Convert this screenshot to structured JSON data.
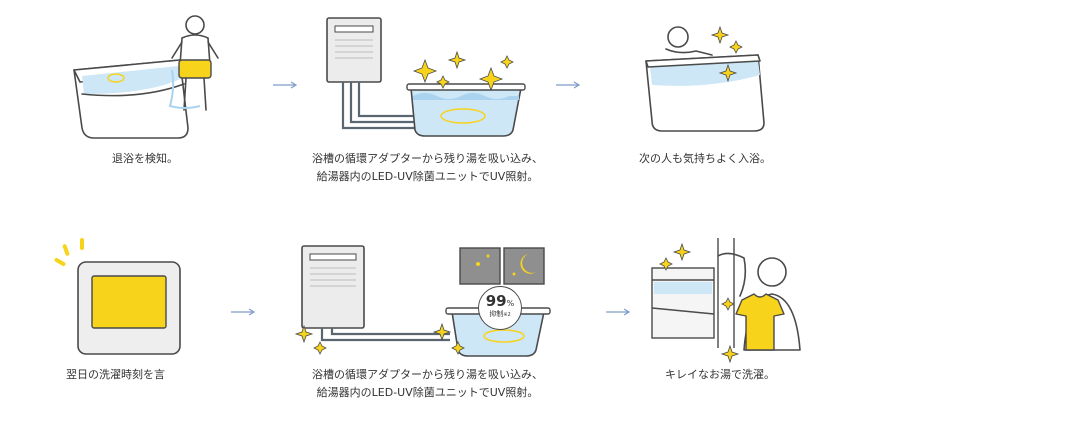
{
  "steps": [
    {
      "lines": [
        "退浴を検知。"
      ]
    },
    {
      "lines": [
        "浴槽の循環アダプターから残り湯を吸い込み、",
        "給湯器内のLED-UV除菌ユニットでUV照射。"
      ]
    },
    {
      "lines": [
        "次の人も気持ちよく入浴。"
      ]
    },
    {
      "lines": [
        "翌日の洗濯時刻を言"
      ]
    },
    {
      "lines": [
        "浴槽の循環アダプターから残り湯を吸い込み、",
        "給湯器内のLED-UV除菌ユニットでUV照射。"
      ],
      "badge": {
        "value": "99",
        "unit": "%",
        "label": "抑制",
        "note": "※2"
      }
    },
    {
      "lines": [
        "キレイなお湯で洗濯。"
      ]
    }
  ],
  "colors": {
    "water": "#cde7f7",
    "water_dark": "#a9d3ef",
    "ink": "#4a4a4a",
    "accent_yellow": "#f7d31c",
    "gray": "#dedede",
    "arrow": "#7f9cc8"
  },
  "icons": [
    "bathtub-icon",
    "person-icon",
    "water-heater-icon",
    "sparkle-icon",
    "remote-control-icon",
    "moon-icon",
    "shirt-icon",
    "arrow-right-icon"
  ]
}
